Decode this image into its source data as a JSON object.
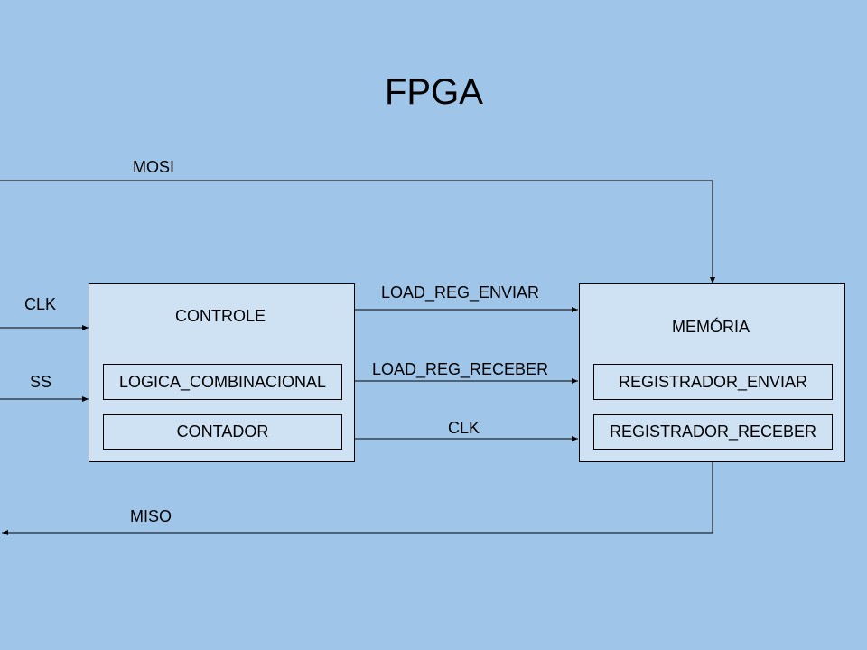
{
  "title": "FPGA",
  "blocks": {
    "controle": {
      "label": "CONTROLE",
      "items": [
        "LOGICA_COMBINACIONAL",
        "CONTADOR"
      ]
    },
    "memoria": {
      "label": "MEMÓRIA",
      "items": [
        "REGISTRADOR_ENVIAR",
        "REGISTRADOR_RECEBER"
      ]
    }
  },
  "signals": {
    "mosi": "MOSI",
    "clk_in": "CLK",
    "ss": "SS",
    "load_reg_enviar": "LOAD_REG_ENVIAR",
    "load_reg_receber": "LOAD_REG_RECEBER",
    "clk_mem": "CLK",
    "miso": "MISO"
  },
  "colors": {
    "background": "#9fc5e8",
    "block_fill": "#cfe2f3",
    "stroke": "#000000"
  }
}
